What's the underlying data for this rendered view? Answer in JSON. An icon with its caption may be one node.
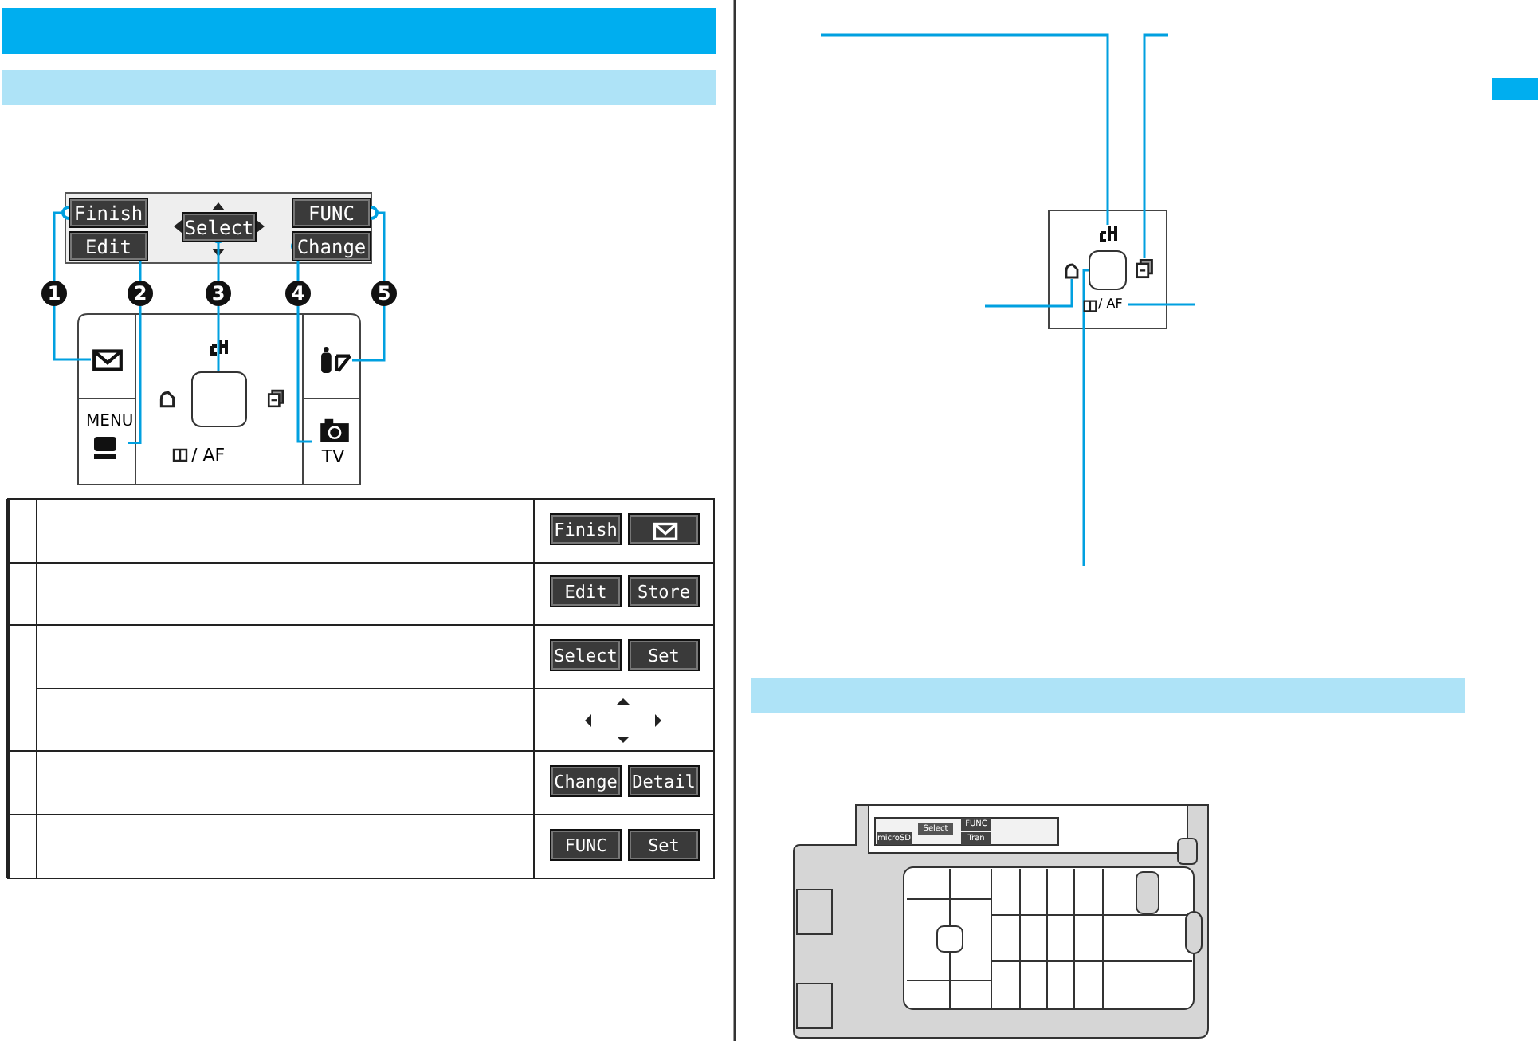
{
  "diagram": {
    "nodes": [
      {
        "text": [
          "1"
        ]
      },
      {
        "text": [
          "2"
        ]
      },
      {
        "text": [
          "3"
        ]
      },
      {
        "text": [
          "4"
        ]
      },
      {
        "text": [
          "5"
        ]
      },
      {
        "text": [
          "Finish"
        ]
      },
      {
        "text": [
          "Edit"
        ]
      },
      {
        "text": [
          "Select"
        ]
      },
      {
        "text": [
          "FUNC"
        ]
      },
      {
        "text": [
          "Change"
        ]
      },
      {
        "text": [],
        "shape": "picture"
      },
      {
        "text": [
          "MENU"
        ]
      },
      {
        "text": [],
        "shape": "box"
      },
      {
        "text": [
          "TV"
        ]
      },
      {
        "text": [],
        "shape": "picture"
      },
      {
        "text": [],
        "shape": "picture"
      },
      {
        "text": [],
        "shape": "box"
      },
      {
        "text": [],
        "shape": "picture"
      },
      {
        "text": [],
        "shape": "box"
      },
      {
        "text": [
          "/ AF"
        ]
      },
      {
        "text": [],
        "shape": "bar"
      },
      {
        "text": [],
        "shape": "bar"
      }
    ],
    "edges": [
      {
        "from": 0,
        "to": 5,
        "arrow": "other"
      },
      {
        "from": 0,
        "to": 10,
        "arrow": "none"
      },
      {
        "from": 1,
        "to": 6,
        "arrow": "other"
      },
      {
        "from": 1,
        "to": 11,
        "arrow": "none"
      },
      {
        "from": 2,
        "to": 7,
        "arrow": "other"
      },
      {
        "from": 2,
        "to": 12,
        "arrow": "none"
      },
      {
        "from": 3,
        "to": 9,
        "arrow": "other"
      },
      {
        "from": 3,
        "to": 13,
        "arrow": "none"
      },
      {
        "from": 4,
        "to": 8,
        "arrow": "other"
      },
      {
        "from": 4,
        "to": 14,
        "arrow": "none"
      },
      {
        "from": null,
        "to": 15,
        "arrow": "none"
      },
      {
        "from": null,
        "to": 16,
        "arrow": "none"
      },
      {
        "from": null,
        "to": 17,
        "arrow": "none"
      },
      {
        "from": null,
        "to": 18,
        "arrow": "none"
      },
      {
        "from": null,
        "to": 19,
        "arrow": "none"
      }
    ],
    "labels": [
      "/ AF",
      "Finish",
      "Edit",
      "Store",
      "Select",
      "Set",
      "Change",
      "Detail",
      "FUNC",
      "Set",
      "microSD",
      "Select",
      "FUNC",
      "Tran"
    ]
  }
}
